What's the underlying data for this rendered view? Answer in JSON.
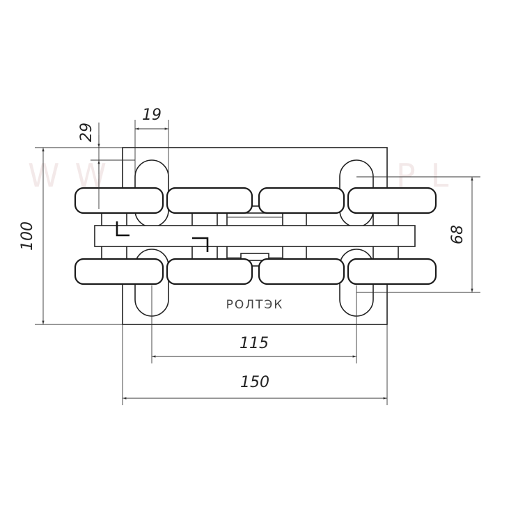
{
  "watermark": "WWW.ROLLS.PL",
  "brand": "РОЛТЭК",
  "dimensions": {
    "slot_width": "19",
    "slot_offset": "29",
    "plate_height": "100",
    "hole_spacing_vertical": "68",
    "hole_spacing_horizontal": "115",
    "plate_width": "150"
  }
}
